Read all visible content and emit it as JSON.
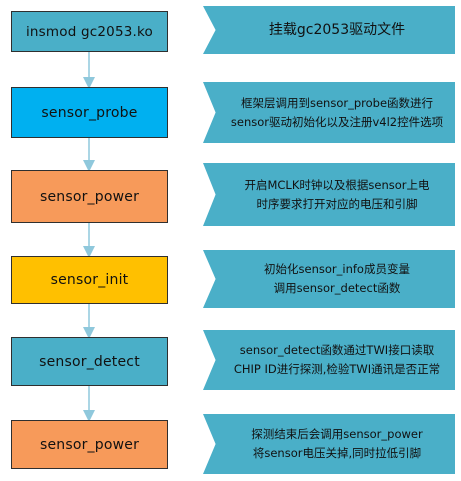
{
  "steps": [
    {
      "label": "insmod gc2053.ko",
      "color": "#4aafc8",
      "description": [
        "挂载gc2053驱动文件"
      ]
    },
    {
      "label": "sensor_probe",
      "color": "#00b0f0",
      "description": [
        "框架层调用到sensor_probe函数进行",
        "sensor驱动初始化以及注册v4l2控件选项"
      ]
    },
    {
      "label": "sensor_power",
      "color": "#f79a5a",
      "description": [
        "开启MCLK时钟以及根据sensor上电",
        "时序要求打开对应的电压和引脚"
      ]
    },
    {
      "label": "sensor_init",
      "color": "#ffc000",
      "description": [
        "初始化sensor_info成员变量",
        "调用sensor_detect函数"
      ]
    },
    {
      "label": "sensor_detect",
      "color": "#4aafc8",
      "description": [
        "sensor_detect函数通过TWI接口读取",
        "CHIP ID进行探测,检验TWI通讯是否正常"
      ]
    },
    {
      "label": "sensor_power",
      "color": "#f79a5a",
      "description": [
        "探测结束后会调用sensor_power",
        "将sensor电压关掉,同时拉低引脚"
      ]
    }
  ],
  "connector_color": "#8fc8dc"
}
